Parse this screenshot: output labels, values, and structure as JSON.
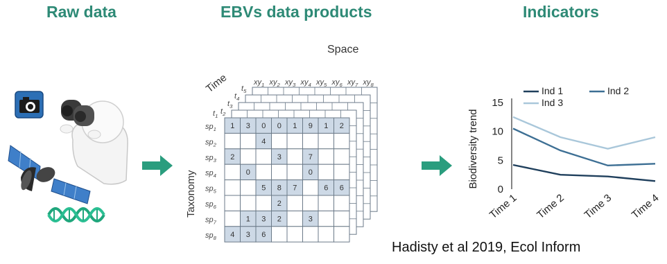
{
  "headings": {
    "raw_data": "Raw data",
    "ebv_products": "EBVs data products",
    "indicators": "Indicators"
  },
  "cube": {
    "space_label": "Space",
    "time_label": "Time",
    "taxonomy_label": "Taxonomy",
    "time_labels": [
      "t1",
      "t2",
      "t3",
      "t4",
      "t5"
    ],
    "space_labels": [
      "xy1",
      "xy2",
      "xy3",
      "xy4",
      "xy5",
      "xy6",
      "xy7",
      "xy8"
    ],
    "species_labels": [
      "sp1",
      "sp2",
      "sp3",
      "sp4",
      "sp5",
      "sp6",
      "sp7",
      "sp8"
    ],
    "front_grid": [
      [
        "1",
        "3",
        "0",
        "0",
        "1",
        "9",
        "1",
        "2"
      ],
      [
        "",
        "",
        "4",
        "",
        "",
        "",
        "",
        ""
      ],
      [
        "2",
        "",
        "",
        "3",
        "",
        "7",
        "",
        ""
      ],
      [
        "",
        "0",
        "",
        "",
        "",
        "0",
        "",
        ""
      ],
      [
        "",
        "",
        "5",
        "8",
        "7",
        "",
        "6",
        "6"
      ],
      [
        "",
        "",
        "",
        "2",
        "",
        "",
        "",
        ""
      ],
      [
        "",
        "1",
        "3",
        "2",
        "",
        "3",
        "",
        ""
      ],
      [
        "4",
        "3",
        "6",
        "",
        "",
        "",
        "",
        ""
      ]
    ],
    "colors": {
      "filled": "#cdd9e6",
      "empty": "#ffffff",
      "line": "#6b7a88"
    }
  },
  "chart_data": {
    "type": "line",
    "categories": [
      "Time 1",
      "Time 2",
      "Time 3",
      "Time 4"
    ],
    "series": [
      {
        "name": "Ind 1",
        "values": [
          4.2,
          2.5,
          2.2,
          1.4
        ],
        "color": "#1f3f5c"
      },
      {
        "name": "Ind 2",
        "values": [
          10.5,
          6.7,
          4.1,
          4.4
        ],
        "color": "#3d6f94"
      },
      {
        "name": "Ind 3",
        "values": [
          12.5,
          9.0,
          7.0,
          9.0
        ],
        "color": "#a9c7da"
      }
    ],
    "ylabel": "Biodiversity trend",
    "xlabel": "",
    "ylim": [
      0,
      15
    ],
    "yticks": [
      0,
      5,
      10,
      15
    ],
    "legend_placement": "top"
  },
  "arrow_color": "#2a9d7e",
  "citation": "Hadisty et al 2019, Ecol Inform",
  "icons": [
    "camera-icon",
    "binoculars-person-icon",
    "satellite-icon",
    "dna-icon",
    "arrow-right-icon"
  ]
}
